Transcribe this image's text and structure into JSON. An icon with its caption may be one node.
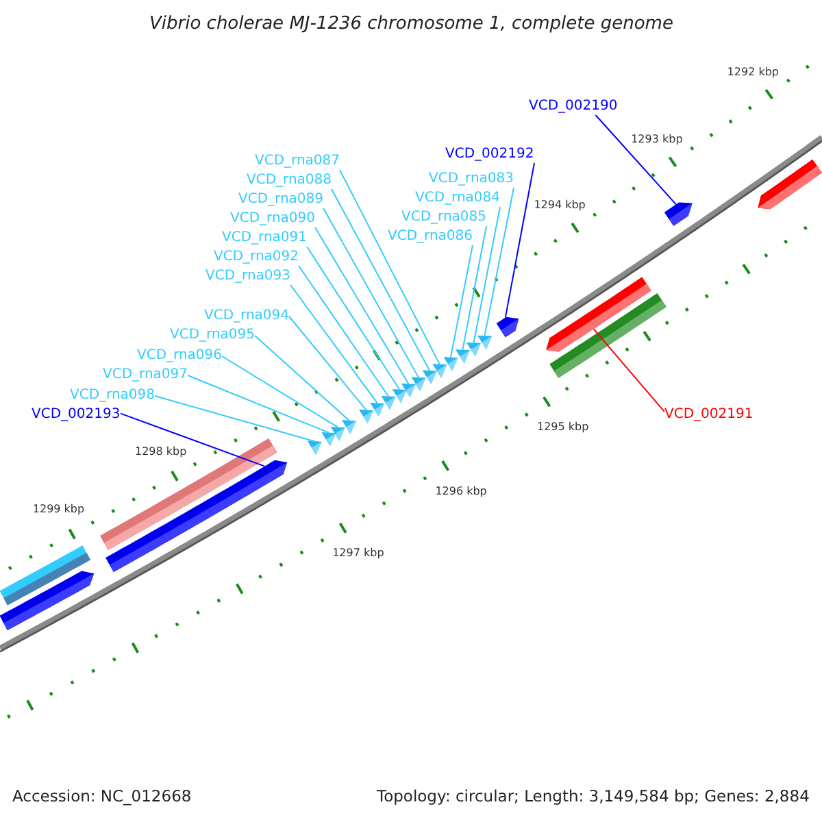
{
  "diagram": {
    "title": "Vibrio cholerae MJ-1236 chromosome 1, complete genome",
    "nodes": [
      {
        "text": [
          "VCD_002190"
        ]
      },
      {
        "text": [
          "VCD_002192"
        ]
      },
      {
        "text": [
          "VCD_rna092"
        ]
      },
      {
        "text": [
          "VCD_rna083"
        ]
      },
      {
        "text": [
          "VCD_rna090"
        ]
      },
      {
        "text": [
          "VCD_rna084"
        ]
      },
      {
        "text": [
          "VCD_rna093"
        ]
      },
      {
        "text": [
          "VCD_rna087"
        ]
      },
      {
        "text": [
          "VCD_rna085"
        ]
      },
      {
        "text": [
          "VCD_rna089"
        ]
      },
      {
        "text": [
          "VCD_rna086"
        ]
      },
      {
        "text": [
          "VCD_rna088"
        ]
      },
      {
        "text": [
          "VCD_rna091"
        ]
      },
      {
        "text": [
          "VCD_rna094"
        ]
      },
      {
        "text": [
          "VCD_rna095"
        ]
      },
      {
        "text": [
          "VCD_rna096"
        ]
      },
      {
        "text": [
          "VCD_rna097"
        ]
      },
      {
        "text": [
          "VCD_rna098"
        ]
      },
      {
        "text": [
          "VCD_002193"
        ]
      },
      {
        "text": [
          "VCD_002191"
        ]
      },
      {
        "text": [],
        "shape": "bar"
      },
      {
        "text": [],
        "shape": "bar"
      },
      {
        "text": [],
        "shape": "bar"
      },
      {
        "text": [],
        "shape": "bar"
      },
      {
        "text": [],
        "shape": "triangle"
      },
      {
        "text": [],
        "shape": "triangle"
      },
      {
        "text": [],
        "shape": "triangle"
      },
      {
        "text": [],
        "shape": "triangle"
      },
      {
        "text": [],
        "shape": "triangle"
      },
      {
        "text": [],
        "shape": "triangle"
      },
      {
        "text": [],
        "shape": "triangle"
      },
      {
        "text": [],
        "shape": "triangle"
      },
      {
        "text": [],
        "shape": "triangle"
      },
      {
        "text": [],
        "shape": "triangle"
      },
      {
        "text": [],
        "shape": "triangle"
      },
      {
        "text": [],
        "shape": "triangle"
      },
      {
        "text": [],
        "shape": "triangle"
      },
      {
        "text": [],
        "shape": "triangle"
      },
      {
        "text": [],
        "shape": "triangle"
      },
      {
        "text": [],
        "shape": "triangle"
      },
      {
        "text": [],
        "shape": "bar"
      },
      {
        "text": [],
        "shape": "bar"
      },
      {
        "text": [],
        "shape": "bar"
      },
      {
        "text": [],
        "shape": "bar"
      },
      {
        "text": [],
        "shape": "bar"
      }
    ],
    "edges": [
      {
        "from": 0,
        "to": 43,
        "arrow": "none",
        "color": "#0000ff"
      },
      {
        "from": 1,
        "to": 40,
        "arrow": "none",
        "color": "#0000ff"
      },
      {
        "from": 2,
        "to": 30,
        "arrow": "none"
      },
      {
        "from": 3,
        "to": 39,
        "arrow": "none"
      },
      {
        "from": 4,
        "to": 32,
        "arrow": "none"
      },
      {
        "from": 5,
        "to": 38,
        "arrow": "none"
      },
      {
        "from": 6,
        "to": 29,
        "arrow": "none"
      },
      {
        "from": 7,
        "to": 35,
        "arrow": "none"
      },
      {
        "from": 8,
        "to": 37,
        "arrow": "none"
      },
      {
        "from": 9,
        "to": 33,
        "arrow": "none"
      },
      {
        "from": 10,
        "to": 36,
        "arrow": "none"
      },
      {
        "from": 11,
        "to": 34,
        "arrow": "none"
      },
      {
        "from": 12,
        "to": 31,
        "arrow": "none"
      },
      {
        "from": 13,
        "to": 28,
        "arrow": "none"
      },
      {
        "from": 14,
        "to": 27,
        "arrow": "none"
      },
      {
        "from": 15,
        "to": 26,
        "arrow": "none"
      },
      {
        "from": 16,
        "to": 25,
        "arrow": "none"
      },
      {
        "from": 17,
        "to": 24,
        "arrow": "none"
      },
      {
        "from": 18,
        "to": 23,
        "arrow": "none",
        "color": "#0000ff"
      },
      {
        "from": 19,
        "to": 41,
        "arrow": "none",
        "color": "#ff0000"
      }
    ],
    "labels": [
      "1292 kbp",
      "1293 kbp",
      "1294 kbp",
      "1295 kbp",
      "1296 kbp",
      "1297 kbp",
      "1298 kbp",
      "1299 kbp",
      "Accession: NC_012668",
      "Topology: circular; Length: 3,149,584 bp; Genes: 2,884"
    ]
  }
}
